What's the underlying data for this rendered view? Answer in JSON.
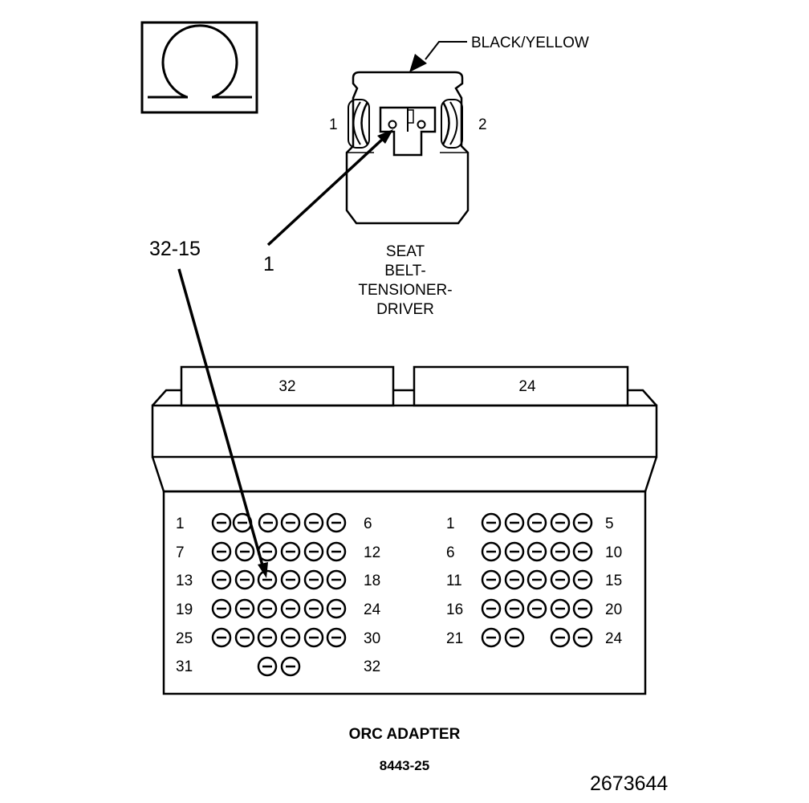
{
  "meter_symbol": "ohm-icon",
  "wire_color_label": "BLACK/YELLOW",
  "driver_connector": {
    "pin_labels": [
      "1",
      "2"
    ],
    "probe_pin_label": "1",
    "caption_lines": [
      "SEAT",
      "BELT-",
      "TENSIONER-",
      "DRIVER"
    ]
  },
  "probe_label": "32-15",
  "adapter": {
    "left_tab_label": "32",
    "right_tab_label": "24",
    "left_block": {
      "row_start_labels": [
        "1",
        "7",
        "13",
        "19",
        "25",
        "31"
      ],
      "row_end_labels": [
        "6",
        "12",
        "18",
        "24",
        "30",
        "32"
      ]
    },
    "right_block": {
      "row_start_labels": [
        "1",
        "6",
        "11",
        "16",
        "21"
      ],
      "row_end_labels": [
        "5",
        "10",
        "15",
        "20",
        "24"
      ]
    },
    "title": "ORC ADAPTER",
    "part_number": "8443-25"
  },
  "figure_number": "2673644"
}
